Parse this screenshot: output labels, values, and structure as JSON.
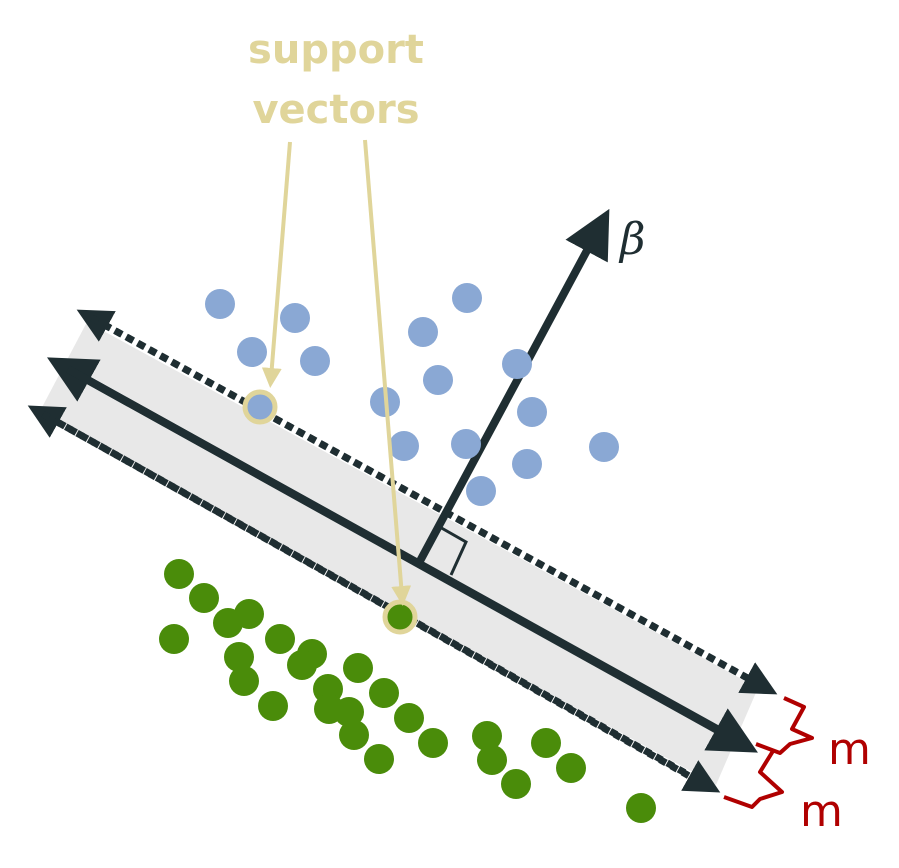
{
  "labels": {
    "support_vectors_line1": "support",
    "support_vectors_line2": "vectors",
    "beta": "β",
    "margin_top": "m",
    "margin_bottom": "m"
  },
  "colors": {
    "blue_class": "#8aa8d4",
    "green_class": "#4a8c0a",
    "axis": "#1f2e32",
    "margin_band": "#e8e8e8",
    "annotation": "#e0d59a",
    "support_ring": "#e0d59a",
    "margin_brace": "#b00000"
  },
  "points": {
    "blue": [
      [
        220,
        304
      ],
      [
        295,
        318
      ],
      [
        252,
        352
      ],
      [
        315,
        361
      ],
      [
        260,
        407
      ],
      [
        423,
        332
      ],
      [
        467,
        298
      ],
      [
        438,
        380
      ],
      [
        517,
        364
      ],
      [
        385,
        402
      ],
      [
        532,
        412
      ],
      [
        404,
        446
      ],
      [
        466,
        444
      ],
      [
        527,
        464
      ],
      [
        604,
        447
      ],
      [
        481,
        491
      ]
    ],
    "green": [
      [
        179,
        574
      ],
      [
        204,
        598
      ],
      [
        249,
        614
      ],
      [
        228,
        623
      ],
      [
        174,
        639
      ],
      [
        280,
        639
      ],
      [
        312,
        654
      ],
      [
        239,
        657
      ],
      [
        302,
        665
      ],
      [
        358,
        668
      ],
      [
        244,
        681
      ],
      [
        328,
        689
      ],
      [
        384,
        693
      ],
      [
        273,
        706
      ],
      [
        329,
        709
      ],
      [
        349,
        712
      ],
      [
        409,
        718
      ],
      [
        354,
        735
      ],
      [
        433,
        743
      ],
      [
        487,
        736
      ],
      [
        546,
        743
      ],
      [
        492,
        760
      ],
      [
        379,
        759
      ],
      [
        571,
        768
      ],
      [
        516,
        784
      ],
      [
        641,
        808
      ],
      [
        400,
        617
      ]
    ]
  },
  "support_vectors": [
    [
      260,
      407
    ],
    [
      400,
      617
    ]
  ]
}
